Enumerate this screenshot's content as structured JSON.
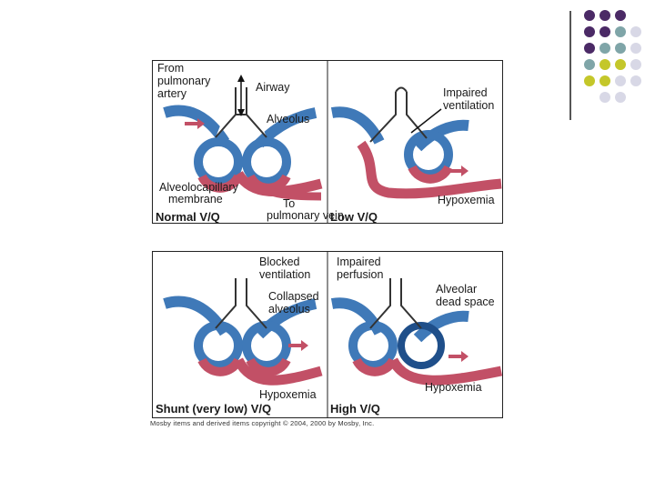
{
  "palette": {
    "purple": "#4b2a66",
    "teal": "#7fa5a8",
    "olive": "#c4c72a",
    "lavender": "#d8d8e6",
    "blue": "#3f79b8",
    "red": "#c25066",
    "dark_blue": "#1f4f8a"
  },
  "panels": {
    "normal": {
      "caption": "Normal V/Q",
      "from_pulmonary": [
        "From",
        "pulmonary",
        "artery"
      ],
      "airway": "Airway",
      "alveolus": "Alveolus",
      "membrane": [
        "Alveolocapillary",
        "membrane"
      ],
      "to_vein": [
        "To",
        "pulmonary vein"
      ]
    },
    "low": {
      "caption": "Low V/Q",
      "impaired": [
        "Impaired",
        "ventilation"
      ],
      "hypoxemia": "Hypoxemia"
    },
    "shunt": {
      "caption": "Shunt (very low) V/Q",
      "blocked": [
        "Blocked",
        "ventilation"
      ],
      "collapsed": [
        "Collapsed",
        "alveolus"
      ],
      "hypoxemia": "Hypoxemia"
    },
    "high": {
      "caption": "High V/Q",
      "impaired": [
        "Impaired",
        "perfusion"
      ],
      "dead_space": [
        "Alveolar",
        "dead space"
      ],
      "hypoxemia": "Hypoxemia"
    }
  },
  "copyright": "Mosby items and derived items copyright © 2004, 2000 by Mosby, Inc."
}
